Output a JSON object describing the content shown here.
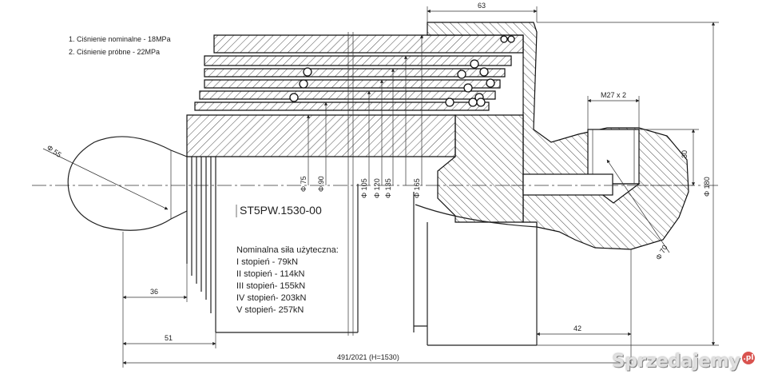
{
  "notes": [
    "1. Ciśnienie nominalne - 18MPa",
    "2. Ciśnienie próbne    - 22MPa"
  ],
  "part_number": "ST5PW.1530-00",
  "force_table": {
    "title": "Nominalna siła użyteczna:",
    "rows": [
      "I stopień  -    79kN",
      "II stopień  -   114kN",
      "III stopień-    155kN",
      "IV stopień-    203kN",
      "V  stopień-    257kN"
    ]
  },
  "dimensions": {
    "top_63": "63",
    "thread": "M27 x 2",
    "d55": "Φ 55",
    "d75": "Φ 75",
    "d90": "Φ 90",
    "d105": "Φ 105",
    "d120": "Φ 120",
    "d135": "Φ 135",
    "d165": "Φ 165",
    "d30": "30",
    "d180": "Φ 180",
    "d70": "Φ 70",
    "len36": "36",
    "len51": "51",
    "len42": "42",
    "total_length": "491/2021  (H=1530)"
  },
  "watermark": {
    "text": "Sprzedajemy",
    "suffix": ".pl"
  }
}
